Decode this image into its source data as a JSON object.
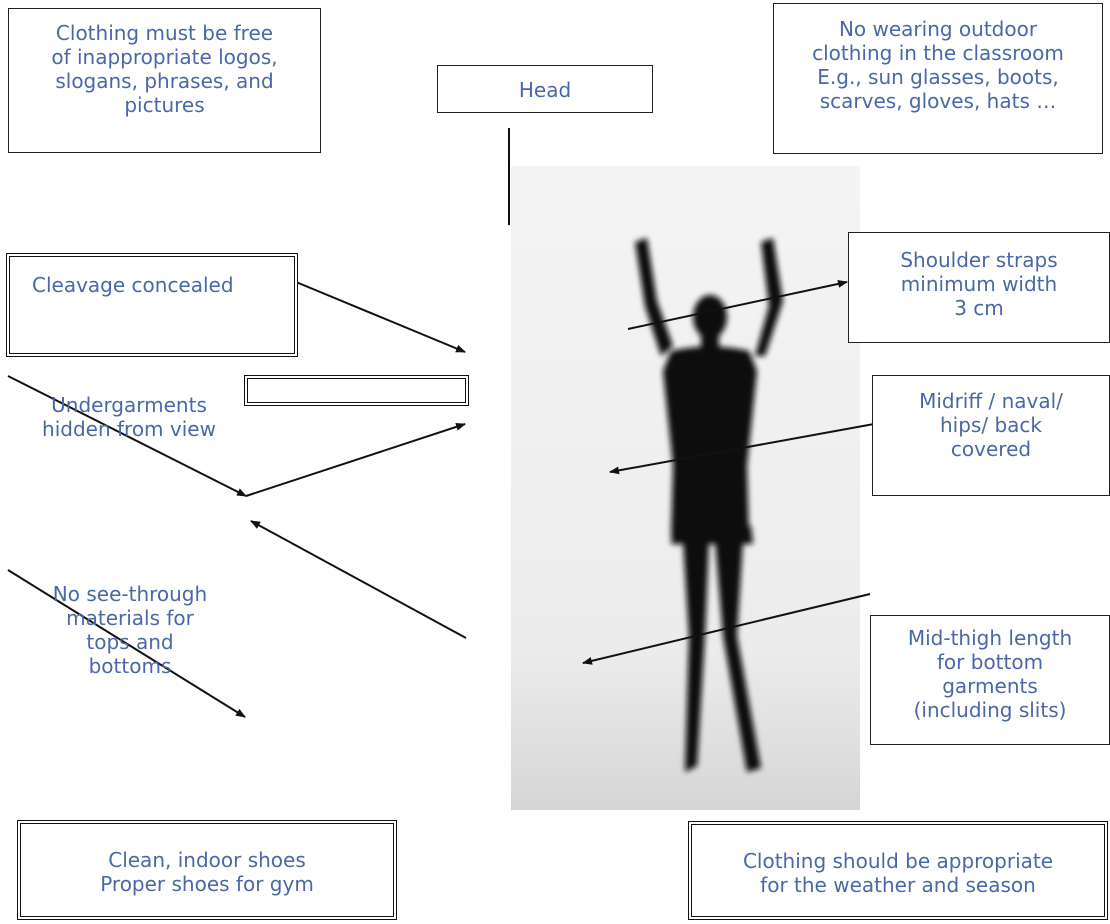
{
  "boxes": {
    "logos": [
      "Clothing must be free",
      "of inappropriate logos,",
      "slogans, phrases, and",
      "pictures"
    ],
    "head": [
      "Head"
    ],
    "outdoor": [
      "No wearing outdoor",
      "clothing in the classroom",
      "E.g., sun glasses, boots,",
      "scarves, gloves, hats …"
    ],
    "cleavage": [
      "Cleavage concealed"
    ],
    "undergarments": [
      "Undergarments",
      "hidden from view"
    ],
    "straps": [
      "Shoulder straps",
      "minimum width",
      "3 cm"
    ],
    "midriff": [
      "Midriff / naval/",
      "hips/ back",
      "covered"
    ],
    "seethrough": [
      "No see-through",
      "materials for",
      "tops and",
      "bottoms"
    ],
    "midthigh": [
      "Mid-thigh length",
      "for bottom",
      "garments",
      "(including slits)"
    ],
    "shoes": [
      "Clean, indoor shoes",
      "Proper shoes for gym"
    ],
    "weather": [
      "Clothing should be appropriate",
      "for the weather and season"
    ]
  },
  "colors": {
    "text": "#4a68a8",
    "line": "#111111"
  }
}
